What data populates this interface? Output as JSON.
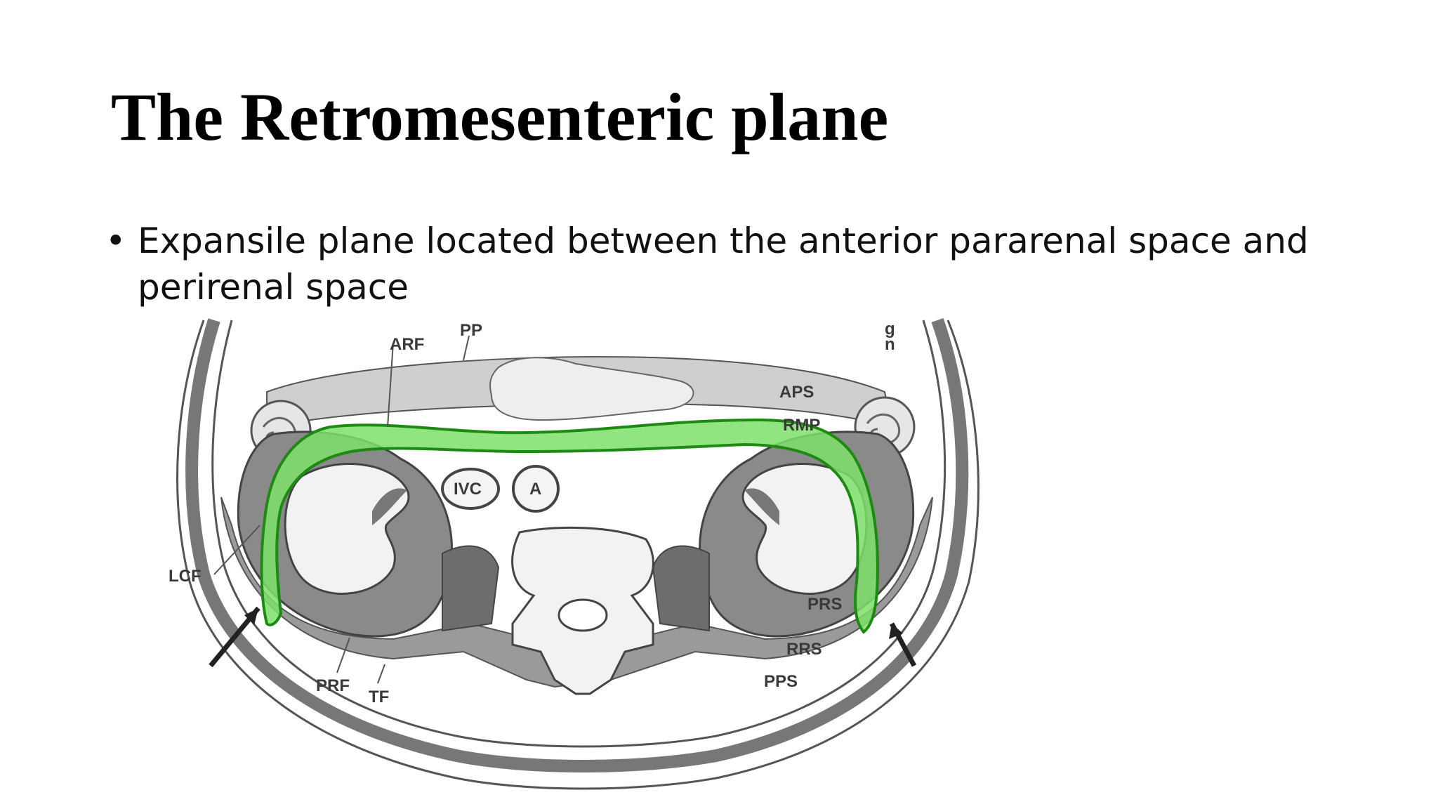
{
  "slide": {
    "title": "The Retromesenteric plane",
    "bullets": [
      "Expansile plane located between the anterior pararenal space and perirenal space"
    ],
    "bullet_glyph": "•"
  },
  "figure": {
    "labels": {
      "arf": "ARF",
      "pp": "PP",
      "aps": "APS",
      "rmp": "RMP",
      "ivc": "IVC",
      "a": "A",
      "lcf": "LCF",
      "prs": "PRS",
      "rrs": "RRS",
      "pps": "PPS",
      "prf": "PRF",
      "tf": "TF",
      "g_fragment": "g",
      "n_fragment": "n"
    },
    "highlight_color": "#7ee06a",
    "highlight_outline_color": "#1e8a14"
  }
}
